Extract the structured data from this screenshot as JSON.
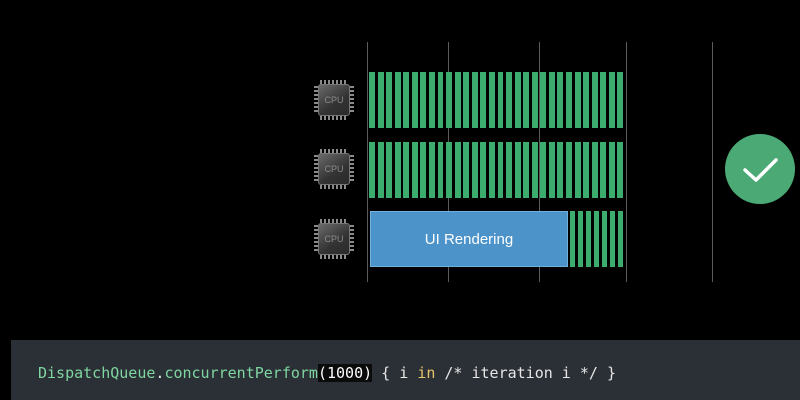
{
  "diagram": {
    "cpu_label": "CPU",
    "cores": [
      {
        "kind": "iterations",
        "stripes": 30
      },
      {
        "kind": "iterations",
        "stripes": 30
      },
      {
        "kind": "mixed",
        "block_label": "UI Rendering",
        "stripes": 7
      }
    ],
    "colors": {
      "iteration": "#3dac6f",
      "ui_rendering": "#4b93c9",
      "checkmark_circle": "#4aa975",
      "gridline": "#5b5b5b"
    },
    "status_icon": "checkmark-icon"
  },
  "code": {
    "type_name": "DispatchQueue",
    "dot": ".",
    "method": "concurrentPerform",
    "open_paren": "(",
    "argument": "1000",
    "close_paren": ")",
    "brace_open": " { i ",
    "keyword": "in",
    "comment": " /* iteration i */ ",
    "brace_close": "}"
  }
}
